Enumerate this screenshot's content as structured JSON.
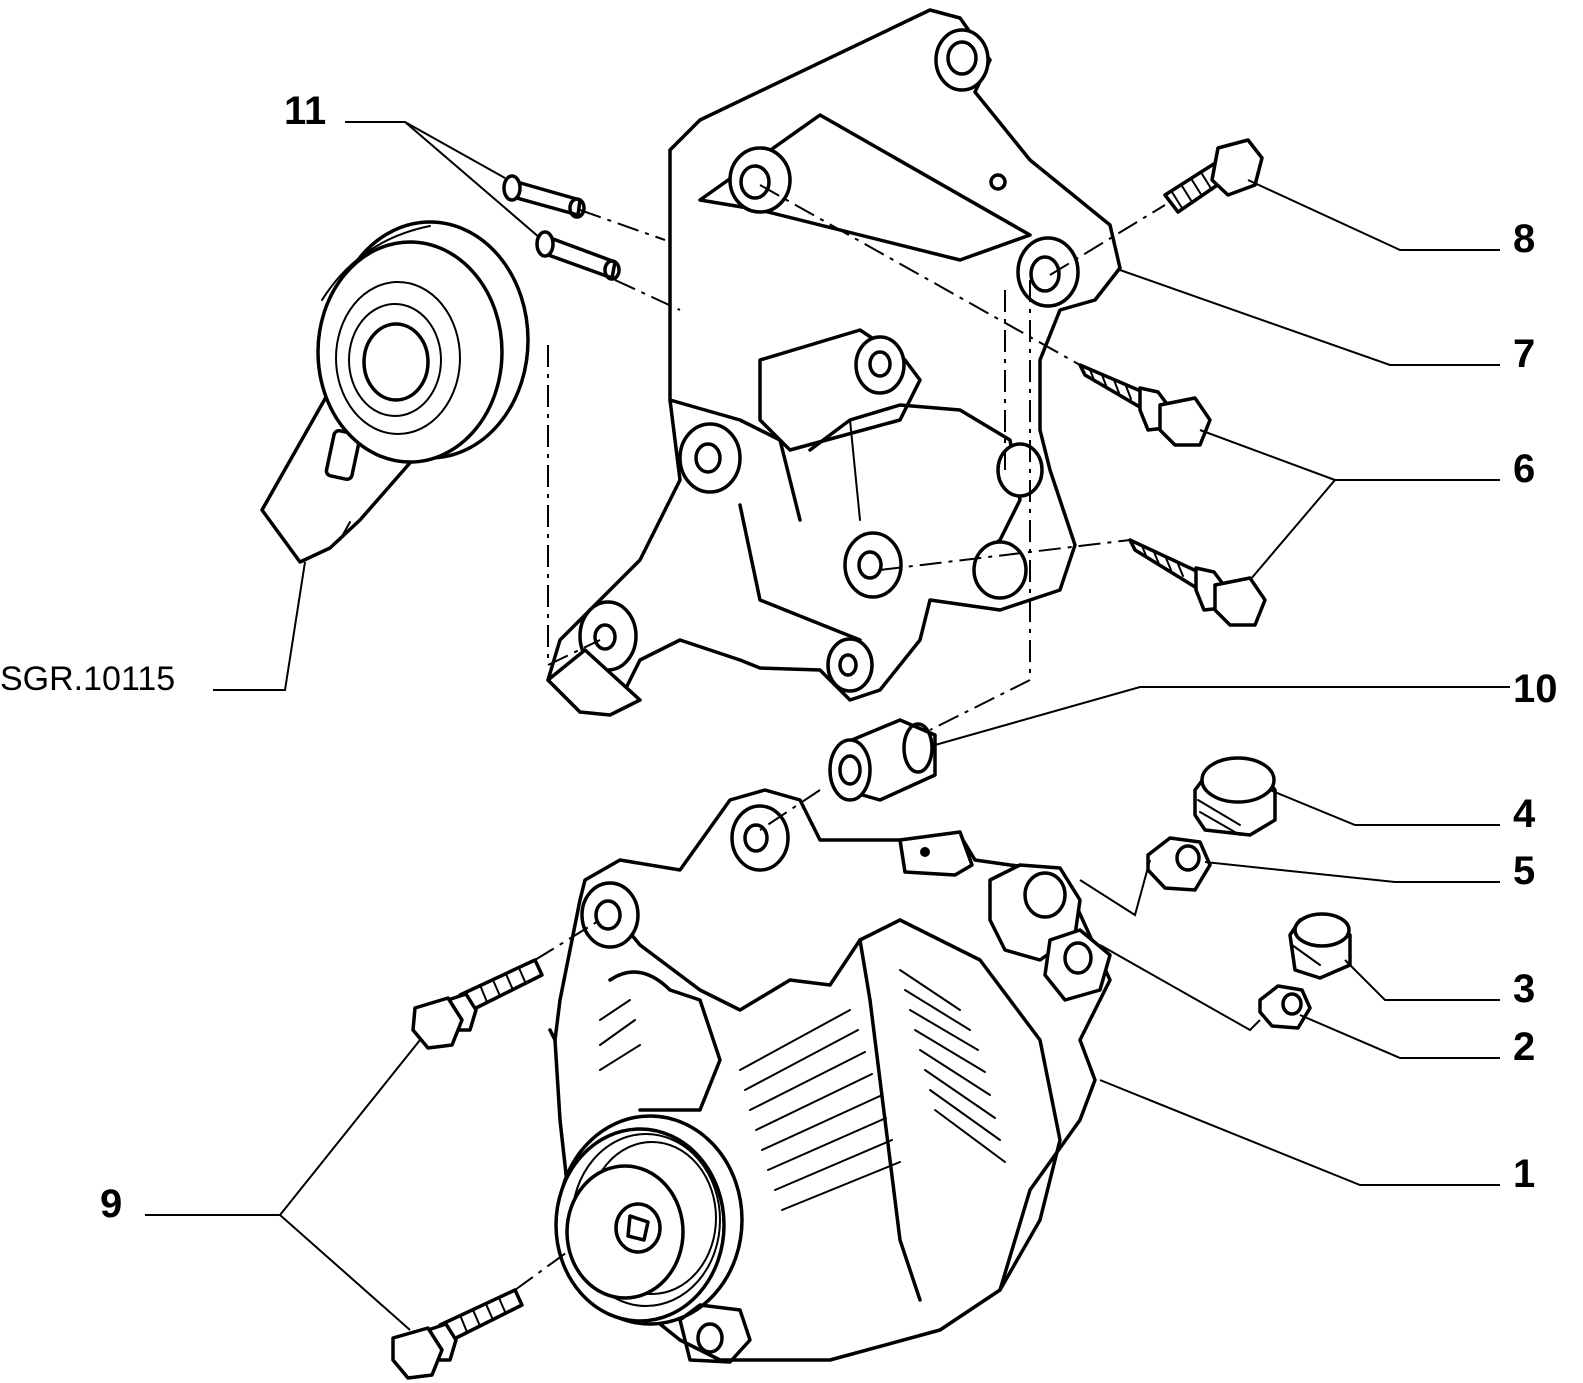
{
  "diagram": {
    "reference_label": "SGR.10115",
    "callouts": [
      "1",
      "2",
      "3",
      "4",
      "5",
      "6",
      "7",
      "8",
      "9",
      "10",
      "11"
    ]
  }
}
